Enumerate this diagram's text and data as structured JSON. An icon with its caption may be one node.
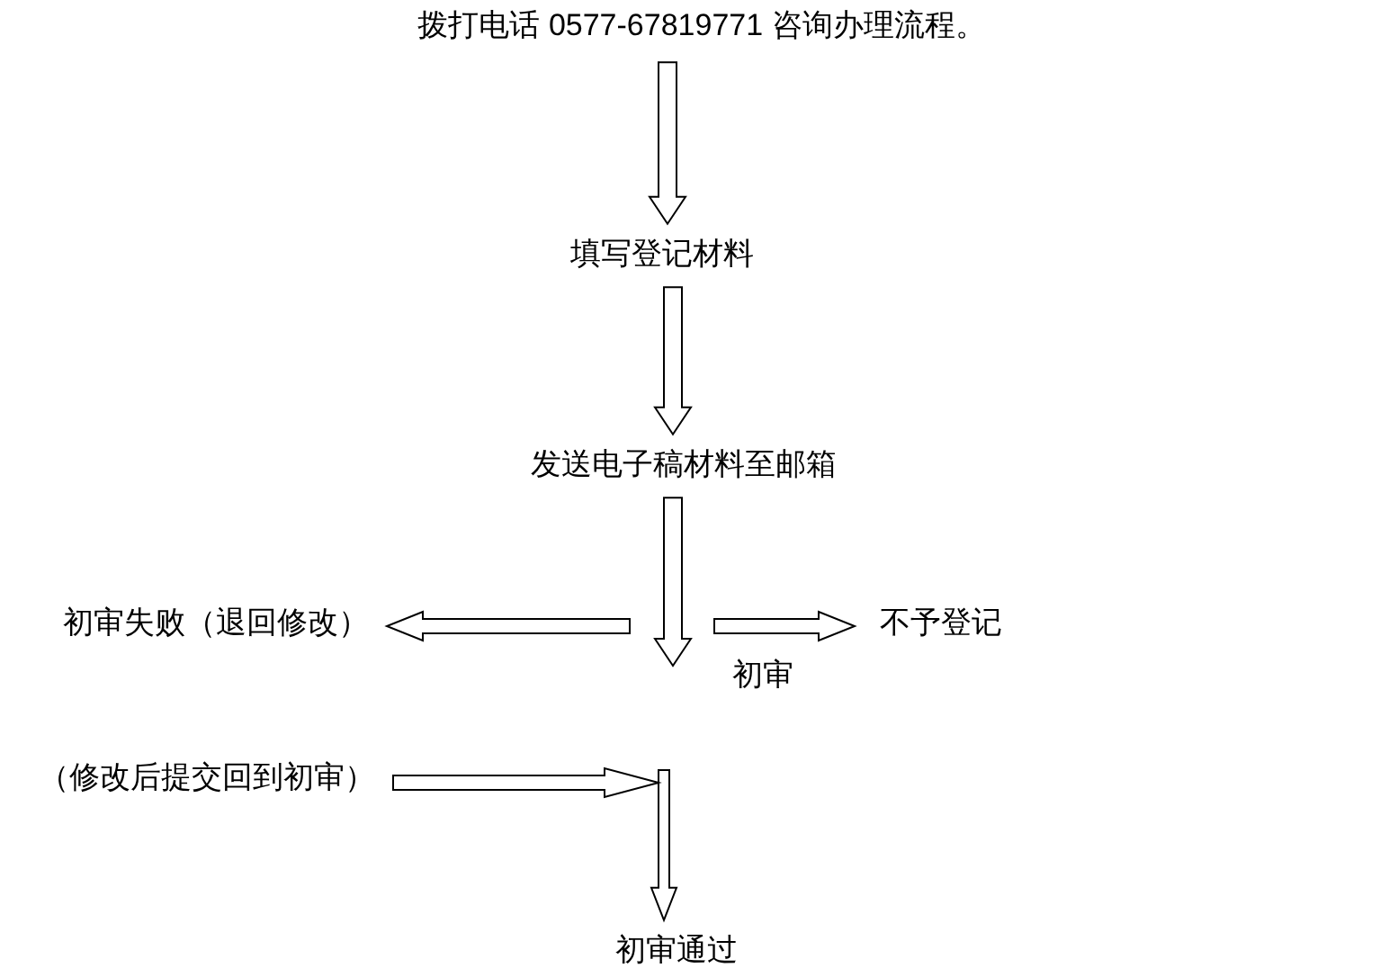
{
  "diagram": {
    "nodes": [
      {
        "text": [
          "拨打电话 0577-67819771 咨询办理流程。"
        ]
      },
      {
        "text": [
          "填写登记材料"
        ]
      },
      {
        "text": [
          "发送电子稿材料至邮箱"
        ]
      },
      {
        "text": [
          "初审失败（退回修改）"
        ]
      },
      {
        "text": [
          "不予登记"
        ]
      },
      {
        "text": [
          "（修改后提交回到初审）"
        ]
      },
      {
        "text": [
          "初审通过"
        ]
      }
    ],
    "edges": [
      {
        "from": 0,
        "to": 1,
        "arrow": "to"
      },
      {
        "from": 1,
        "to": 2,
        "arrow": "to"
      },
      {
        "from": 2,
        "to": null,
        "arrow": "to",
        "label": "初审"
      },
      {
        "from": null,
        "to": 3,
        "arrow": "to"
      },
      {
        "from": null,
        "to": 4,
        "arrow": "to"
      },
      {
        "from": 5,
        "to": 6,
        "arrow": "to"
      }
    ]
  }
}
